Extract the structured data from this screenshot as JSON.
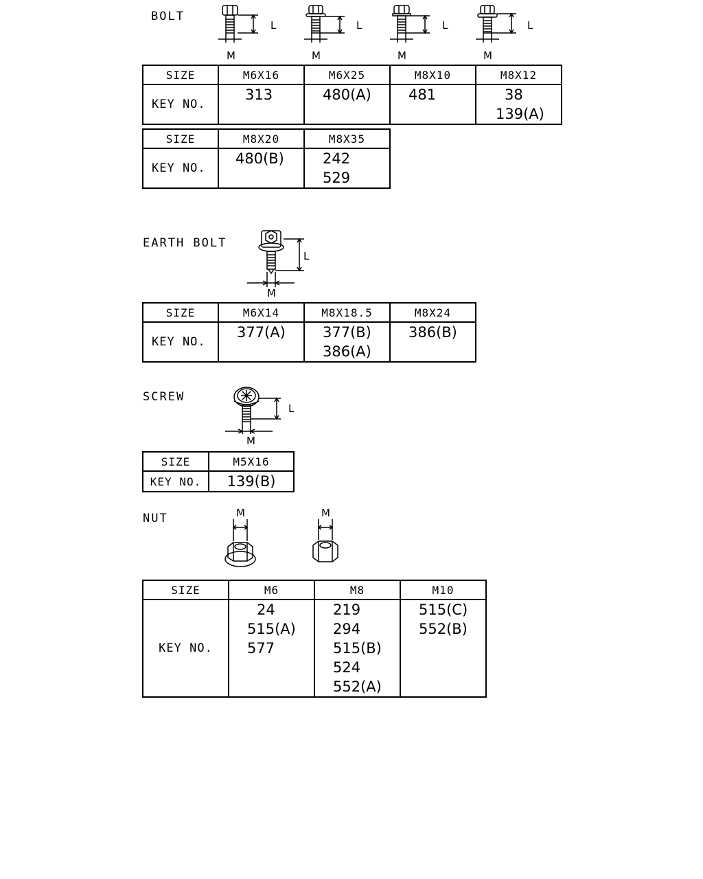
{
  "bolt": {
    "label": "BOLT",
    "dim_L": "L",
    "dim_M": "M",
    "table1": {
      "size_label": "SIZE",
      "key_label": "KEY NO.",
      "sizes": [
        "M6X16",
        "M6X25",
        "M8X10",
        "M8X12"
      ],
      "keys": [
        [
          "313"
        ],
        [
          "480(A)"
        ],
        [
          "481"
        ],
        [
          "38",
          "139(A)"
        ]
      ]
    },
    "table2": {
      "size_label": "SIZE",
      "key_label": "KEY NO.",
      "sizes": [
        "M8X20",
        "M8X35"
      ],
      "keys": [
        [
          "480(B)"
        ],
        [
          "242",
          "529"
        ]
      ]
    }
  },
  "earth_bolt": {
    "label": "EARTH BOLT",
    "dim_L": "L",
    "dim_M": "M",
    "table": {
      "size_label": "SIZE",
      "key_label": "KEY NO.",
      "sizes": [
        "M6X14",
        "M8X18.5",
        "M8X24"
      ],
      "keys": [
        [
          "377(A)"
        ],
        [
          "377(B)",
          "386(A)"
        ],
        [
          "386(B)"
        ]
      ]
    }
  },
  "screw": {
    "label": "SCREW",
    "dim_L": "L",
    "dim_M": "M",
    "table": {
      "size_label": "SIZE",
      "key_label": "KEY NO.",
      "sizes": [
        "M5X16"
      ],
      "keys": [
        [
          "139(B)"
        ]
      ]
    }
  },
  "nut": {
    "label": "NUT",
    "dim_M": "M",
    "table": {
      "size_label": "SIZE",
      "key_label": "KEY NO.",
      "sizes": [
        "M6",
        "M8",
        "M10"
      ],
      "keys": [
        [
          "24",
          "515(A)",
          "577"
        ],
        [
          "219",
          "294",
          "515(B)",
          "524",
          "552(A)"
        ],
        [
          "515(C)",
          "552(B)"
        ]
      ]
    }
  }
}
